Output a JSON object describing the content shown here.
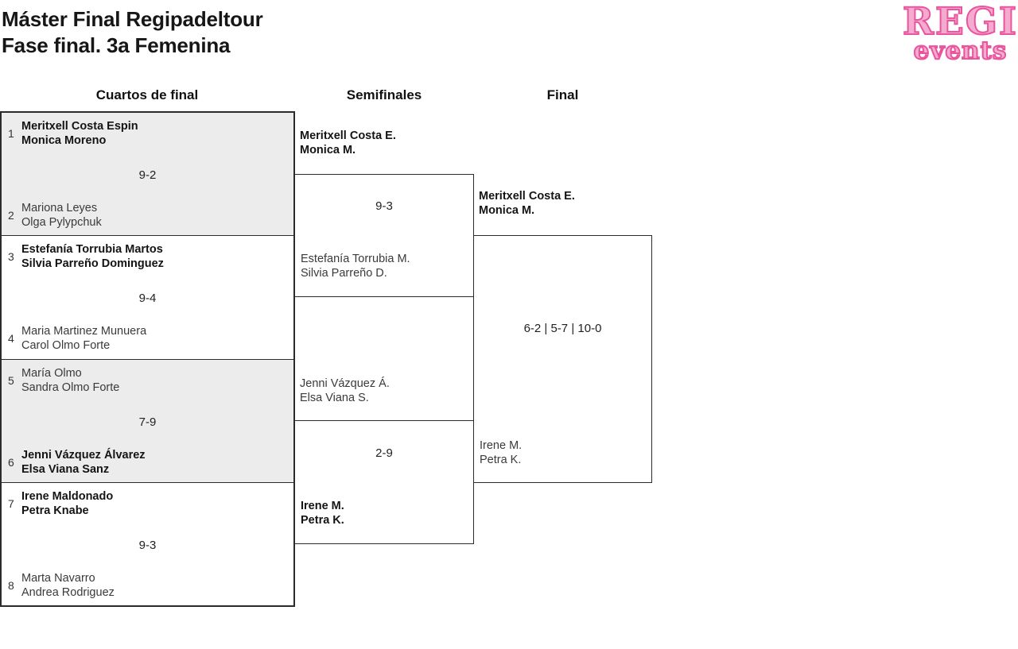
{
  "page": {
    "title_line1": "Máster Final Regipadeltour",
    "title_line2": "Fase final. 3a Femenina"
  },
  "logo": {
    "line1": "REGI",
    "line2": "events",
    "fill_color": "#F4ABD0",
    "outline_color": "#E9549C"
  },
  "rounds": {
    "quarterfinals": "Cuartos de final",
    "semifinals": "Semifinales",
    "final": "Final"
  },
  "colors": {
    "match_alt_bg": "#ECECEC",
    "border": "#2B2B2B",
    "winner_text": "#141414",
    "loser_text": "#3A3A3A"
  },
  "bracket": {
    "quarterfinals": [
      {
        "score": "9-2",
        "teams": [
          {
            "seed": "1",
            "line1": "Meritxell Costa Espin",
            "line2": "Monica Moreno",
            "winner": true
          },
          {
            "seed": "2",
            "line1": "Mariona Leyes",
            "line2": "Olga Pylypchuk",
            "winner": false
          }
        ]
      },
      {
        "score": "9-4",
        "teams": [
          {
            "seed": "3",
            "line1": "Estefanía Torrubia Martos",
            "line2": "Silvia Parreño Dominguez",
            "winner": true
          },
          {
            "seed": "4",
            "line1": "Maria Martinez Munuera",
            "line2": "Carol Olmo Forte",
            "winner": false
          }
        ]
      },
      {
        "score": "7-9",
        "teams": [
          {
            "seed": "5",
            "line1": "María Olmo",
            "line2": "Sandra Olmo Forte",
            "winner": false
          },
          {
            "seed": "6",
            "line1": "Jenni Vázquez Álvarez",
            "line2": "Elsa Viana Sanz",
            "winner": true
          }
        ]
      },
      {
        "score": "9-3",
        "teams": [
          {
            "seed": "7",
            "line1": "Irene Maldonado",
            "line2": "Petra Knabe",
            "winner": true
          },
          {
            "seed": "8",
            "line1": "Marta Navarro",
            "line2": "Andrea Rodriguez",
            "winner": false
          }
        ]
      }
    ],
    "semifinals": [
      {
        "score": "9-3",
        "teams": [
          {
            "line1": "Meritxell Costa E.",
            "line2": "Monica M.",
            "winner": true
          },
          {
            "line1": "Estefanía Torrubia M.",
            "line2": "Silvia Parreño D.",
            "winner": false
          }
        ]
      },
      {
        "score": "2-9",
        "teams": [
          {
            "line1": "Jenni Vázquez Á.",
            "line2": "Elsa Viana S.",
            "winner": false
          },
          {
            "line1": "Irene M.",
            "line2": "Petra K.",
            "winner": true
          }
        ]
      }
    ],
    "final": {
      "score": "6-2 | 5-7 | 10-0",
      "teams": [
        {
          "line1": "Meritxell Costa E.",
          "line2": "Monica M.",
          "winner": true
        },
        {
          "line1": "Irene M.",
          "line2": "Petra K.",
          "winner": false
        }
      ]
    }
  }
}
